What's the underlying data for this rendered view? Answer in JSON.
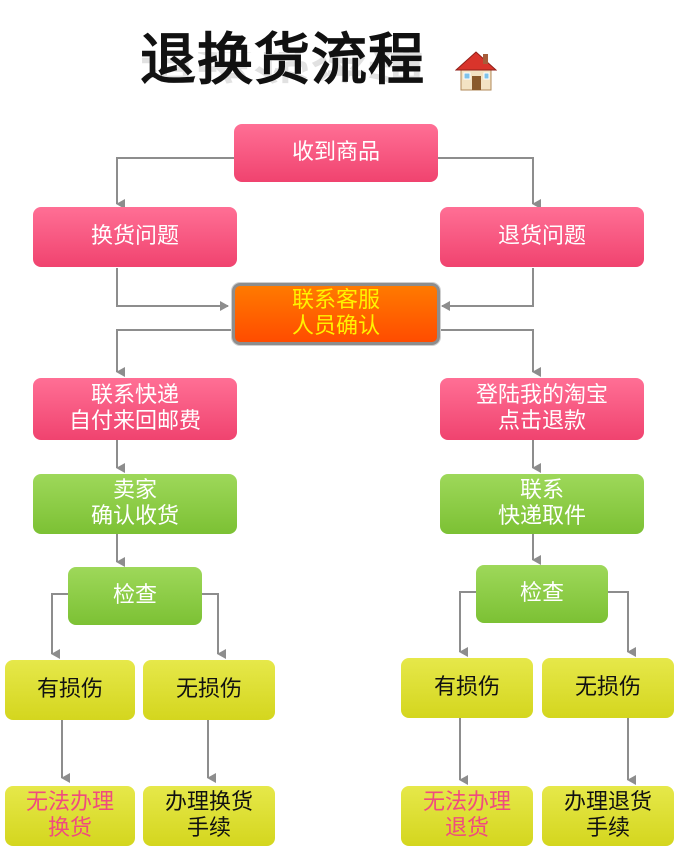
{
  "title": "退换货流程",
  "nodes": {
    "receive": "收到商品",
    "exchange_issue": "换货问题",
    "return_issue": "退货问题",
    "contact_service": "联系客服\n人员确认",
    "contact_courier": "联系快递\n自付来回邮费",
    "login_taobao": "登陆我的淘宝\n点击退款",
    "seller_confirm": "卖家\n确认收货",
    "contact_pickup": "联系\n快递取件",
    "check_left": "检查",
    "check_right": "检查",
    "damaged_left": "有损伤",
    "undamaged_left": "无损伤",
    "damaged_right": "有损伤",
    "undamaged_right": "无损伤",
    "cannot_exchange": "无法办理\n换货",
    "exchange_procedure": "办理换货\n手续",
    "cannot_return": "无法办理\n退货",
    "return_procedure": "办理退货\n手续"
  },
  "colors": {
    "pink": "#f0436f",
    "green": "#7cc134",
    "yellow": "#d4d61e",
    "orange": "#ff4c00",
    "arrow": "#8d8d8d"
  }
}
